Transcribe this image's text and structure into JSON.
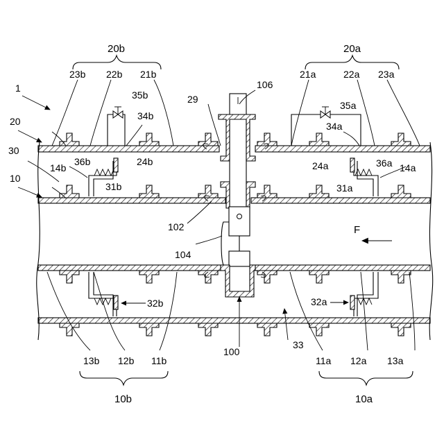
{
  "labels": {
    "assembly": "1",
    "outer_pipe": "20",
    "gap": "30",
    "inner_pipe": "10",
    "group_20b": "20b",
    "group_20a": "20a",
    "group_10b": "10b",
    "group_10a": "10a",
    "l23b": "23b",
    "l22b": "22b",
    "l21b": "21b",
    "l35b": "35b",
    "l34b": "34b",
    "l36b": "36b",
    "l24b": "24b",
    "l31b": "31b",
    "l14b": "14b",
    "l21a": "21a",
    "l22a": "22a",
    "l23a": "23a",
    "l35a": "35a",
    "l34a": "34a",
    "l24a": "24a",
    "l36a": "36a",
    "l31a": "31a",
    "l14a": "14a",
    "l29": "29",
    "l106": "106",
    "l102": "102",
    "l104": "104",
    "l100": "100",
    "l33": "33",
    "l32b": "32b",
    "l32a": "32a",
    "l13b": "13b",
    "l12b": "12b",
    "l11b": "11b",
    "l11a": "11a",
    "l12a": "12a",
    "l13a": "13a",
    "flow": "F"
  },
  "icons": [
    "valve-icon",
    "spring-icon",
    "flow-arrow-icon",
    "hatch-pattern"
  ],
  "colors": {
    "ink": "#000000",
    "background": "#ffffff"
  }
}
